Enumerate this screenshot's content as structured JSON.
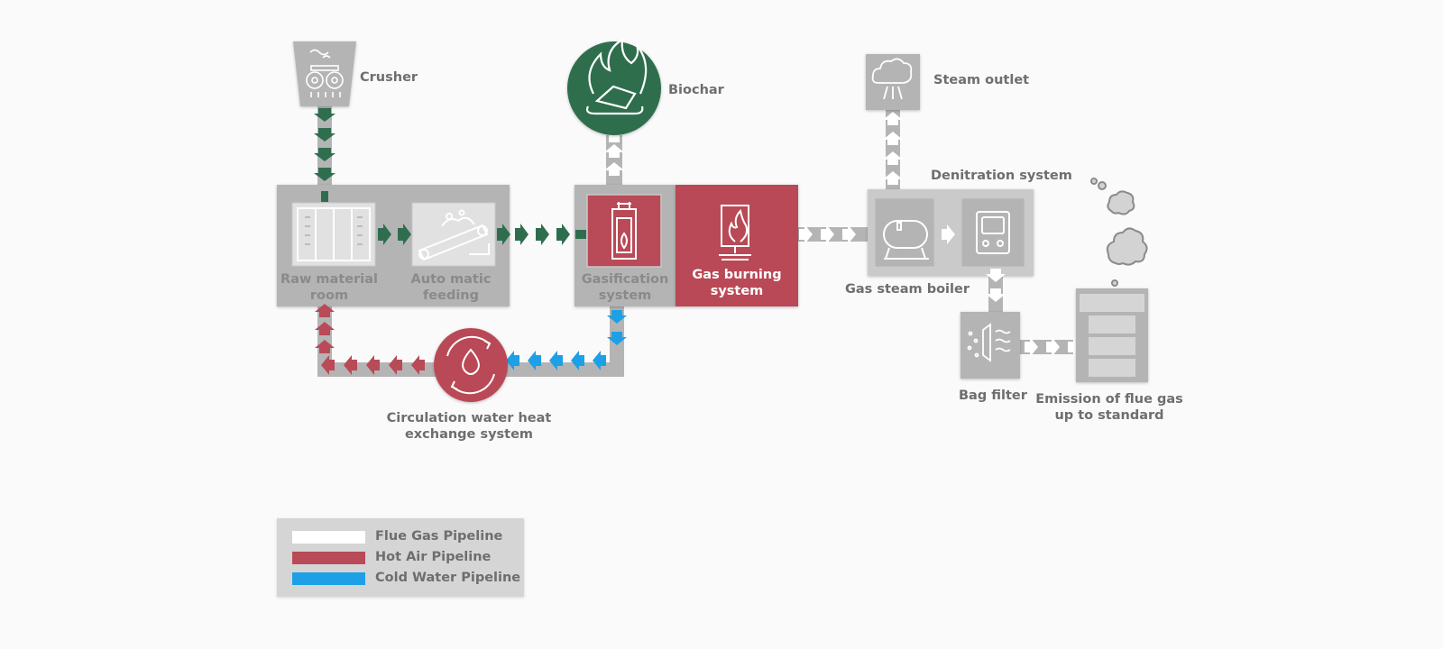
{
  "colors": {
    "flue_gas": "#ffffff",
    "hot_air": "#b94a57",
    "cold_water": "#1ea0e6",
    "biomass_feed": "#2e6e4e",
    "panel_gray": "#b5b4b5",
    "biochar_green": "#2e6e4e"
  },
  "nodes": {
    "crusher": "Crusher",
    "biochar": "Biochar",
    "steam_outlet": "Steam outlet",
    "denitration": "Denitration system",
    "raw_material_1": "Raw material",
    "raw_material_2": "room",
    "auto_feeding_1": "Auto matic",
    "auto_feeding_2": "feeding",
    "gasification_1": "Gasification",
    "gasification_2": "system",
    "gas_burning_1": "Gas burning",
    "gas_burning_2": "system",
    "gas_steam_boiler": "Gas steam boiler",
    "bag_filter": "Bag filter",
    "emission_1": "Emission of flue gas",
    "emission_2": "up to standard",
    "circulation_1": "Circulation water heat",
    "circulation_2": "exchange system"
  },
  "legend": [
    {
      "label": "Flue Gas Pipeline",
      "color": "#ffffff",
      "icon": "white-swatch"
    },
    {
      "label": "Hot Air Pipeline",
      "color": "#b94a57",
      "icon": "red-swatch"
    },
    {
      "label": "Cold Water Pipeline",
      "color": "#1ea0e6",
      "icon": "blue-swatch"
    }
  ]
}
